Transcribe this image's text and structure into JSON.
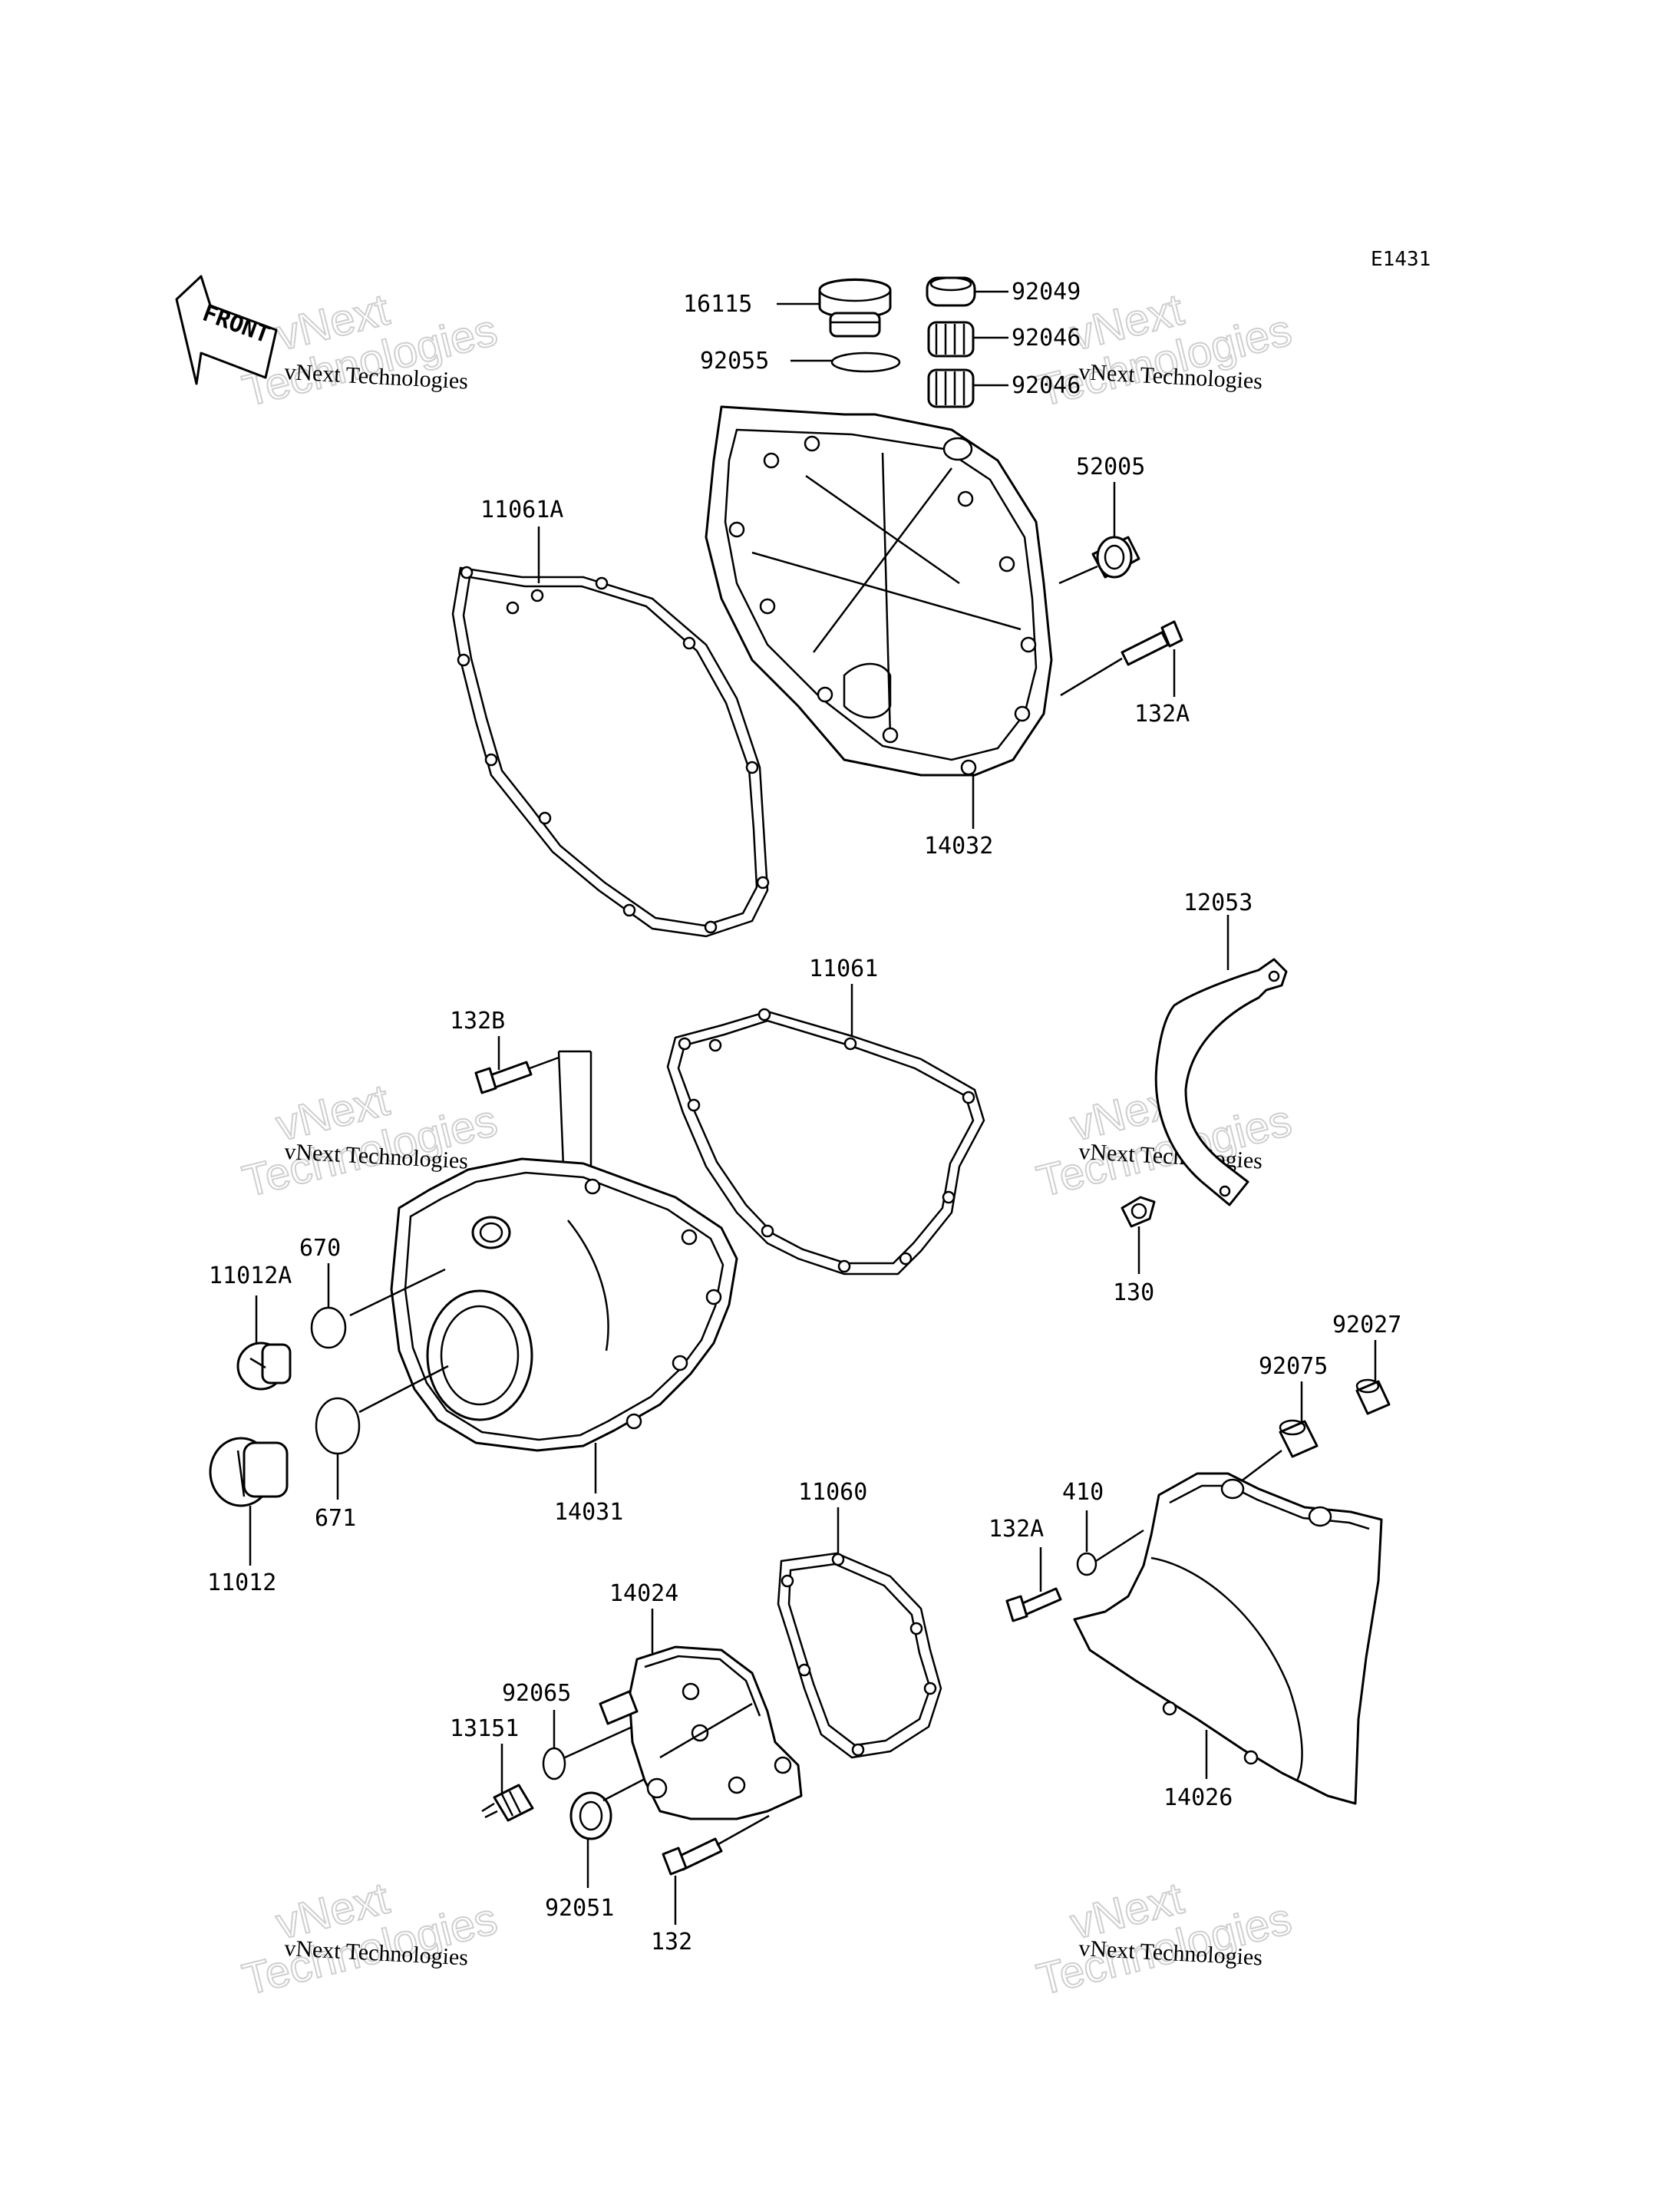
{
  "diagram_code": "E1431",
  "front_label": "FRONT",
  "watermark": {
    "line1": "vNext",
    "line2": "Technologies",
    "caption": "vNext Technologies"
  },
  "parts": {
    "p16115": "16115",
    "p92055": "92055",
    "p92049": "92049",
    "p92046a": "92046",
    "p92046b": "92046",
    "p52005": "52005",
    "p132A_top": "132A",
    "p14032": "14032",
    "p11061A": "11061A",
    "p12053": "12053",
    "p11061": "11061",
    "p132B": "132B",
    "p130": "130",
    "p670": "670",
    "p11012A": "11012A",
    "p14031": "14031",
    "p671": "671",
    "p11012": "11012",
    "p92027": "92027",
    "p92075": "92075",
    "p410": "410",
    "p132A_mid": "132A",
    "p11060": "11060",
    "p14024": "14024",
    "p92065": "92065",
    "p13151": "13151",
    "p92051": "92051",
    "p132": "132",
    "p14026": "14026"
  }
}
